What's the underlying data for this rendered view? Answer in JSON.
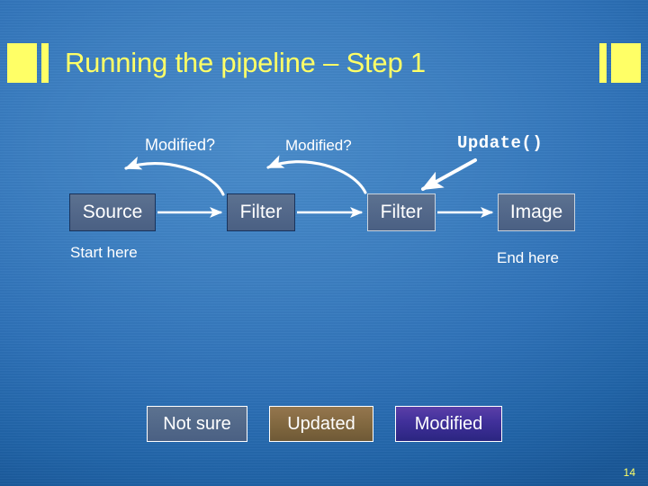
{
  "slide": {
    "title": "Running the pipeline – Step 1",
    "page_number": "14",
    "accent_color": "#ffff66",
    "background_color": "#2f72b8"
  },
  "diagram": {
    "nodes": [
      {
        "id": "source",
        "label": "Source",
        "border_color": "#18335c",
        "fill_color": "#53688a"
      },
      {
        "id": "filter1",
        "label": "Filter",
        "border_color": "#18335c",
        "fill_color": "#53688a"
      },
      {
        "id": "filter2",
        "label": "Filter",
        "border_color": "#c9d4e0",
        "fill_color": "#53688a"
      },
      {
        "id": "image",
        "label": "Image",
        "border_color": "#c9d4e0",
        "fill_color": "#53688a"
      }
    ],
    "flow_arrow_color": "#ffffff",
    "query_arrows": [
      {
        "id": "modified-1",
        "label": "Modified?",
        "from": "filter1",
        "to": "source"
      },
      {
        "id": "modified-2",
        "label": "Modified?",
        "from": "filter2",
        "to": "filter1"
      },
      {
        "id": "update",
        "label": "Update()",
        "from": "image",
        "to": "filter2"
      }
    ],
    "annotations": {
      "start": "Start here",
      "end": "End here"
    }
  },
  "legend": {
    "items": [
      {
        "id": "not-sure",
        "label": "Not sure",
        "color": "#4a6083"
      },
      {
        "id": "updated",
        "label": "Updated",
        "color": "#80673f"
      },
      {
        "id": "modified",
        "label": "Modified",
        "color": "#40309a"
      }
    ]
  }
}
